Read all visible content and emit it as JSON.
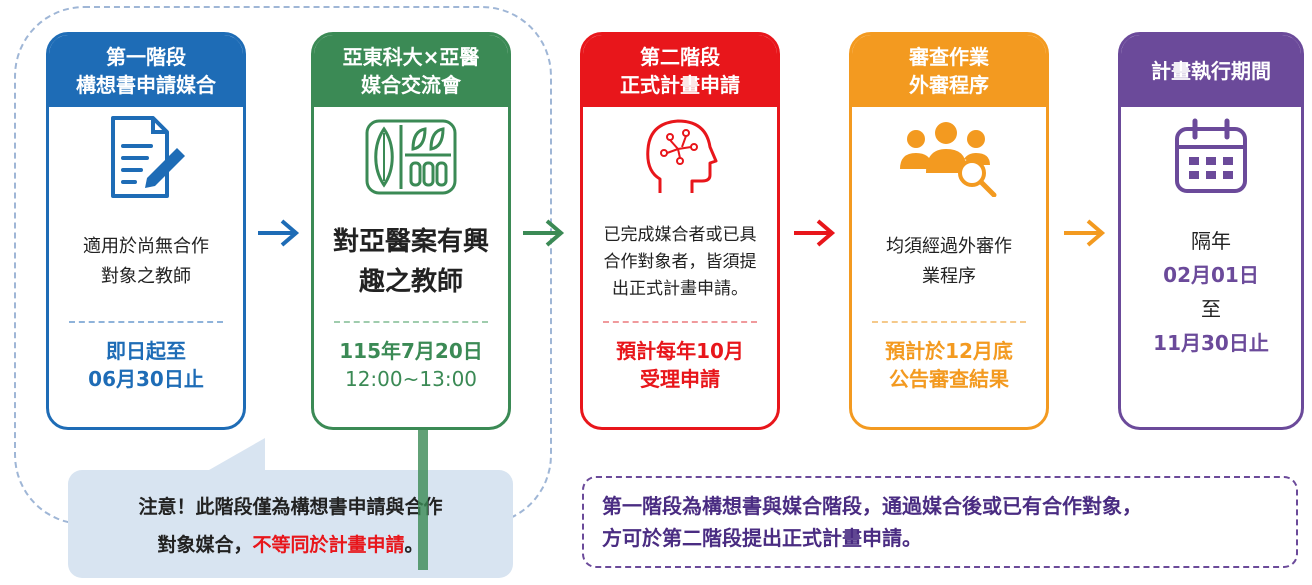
{
  "colors": {
    "stage1": "#1e6cb6",
    "matching": "#3b8a55",
    "stage2": "#e8161b",
    "review": "#f39a20",
    "execution": "#6b4a9a",
    "warn_red": "#e8161b"
  },
  "cards": [
    {
      "title_line1": "第一階段",
      "title_line2": "構想書申請媒合",
      "icon": "document-edit-icon",
      "desc_line1": "適用於尚無合作",
      "desc_line2": "對象之教師",
      "time_line1": "即日起至",
      "time_line2": "06月30日止"
    },
    {
      "title_line1": "亞東科大×亞醫",
      "title_line2": "媒合交流會",
      "icon": "food-tray-icon",
      "desc_line1": "對亞醫案有興",
      "desc_line2": "趣之教師",
      "time_line1": "115年7月20日",
      "time_line2": "12:00~13:00"
    },
    {
      "title_line1": "第二階段",
      "title_line2": "正式計畫申請",
      "icon": "ai-head-icon",
      "desc_line1": "已完成媒合者或已具",
      "desc_line2": "合作對象者，皆須提",
      "desc_line3": "出正式計畫申請。",
      "time_line1": "預計每年10月",
      "time_line2": "受理申請"
    },
    {
      "title_line1": "審查作業",
      "title_line2": "外審程序",
      "icon": "people-search-icon",
      "desc_line1": "均須經過外審作",
      "desc_line2": "業程序",
      "time_line1": "預計於12月底",
      "time_line2": "公告審查結果"
    },
    {
      "title_line1": "計畫執行期間",
      "title_line2": "",
      "icon": "calendar-icon",
      "desc_line1": "隔年",
      "desc_line2": "02月01日",
      "desc_line3": "至",
      "desc_line4": "11月30日止"
    }
  ],
  "note": {
    "line1": "注意！此階段僅為構想書申請與合作",
    "line2_prefix": "對象媒合，",
    "line2_red": "不等同於計畫申請",
    "line2_suffix": "。"
  },
  "info": {
    "line1": "第一階段為構想書與媒合階段，通過媒合後或已有合作對象，",
    "line2": "方可於第二階段提出正式計畫申請。"
  }
}
